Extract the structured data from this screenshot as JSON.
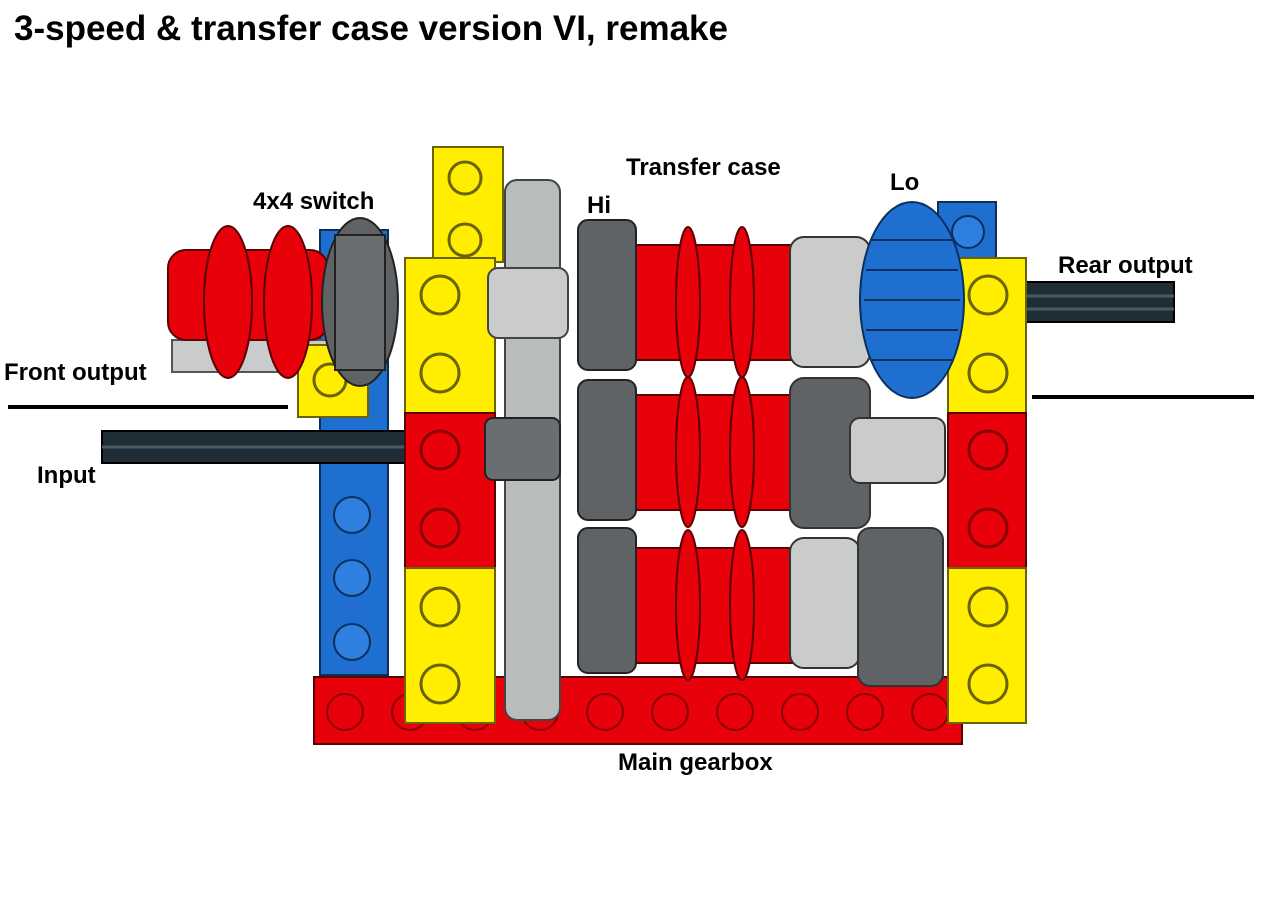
{
  "title": "3-speed & transfer case version VI, remake",
  "labels": {
    "transfer_case": "Transfer case",
    "four_by_four_switch": "4x4 switch",
    "hi": "Hi",
    "lo": "Lo",
    "rear_output": "Rear output",
    "front_output": "Front output",
    "input": "Input",
    "main_gearbox": "Main gearbox"
  },
  "colors": {
    "red": "#e8000b",
    "yellow": "#ffee00",
    "blue": "#1f6fd0",
    "dark_gray": "#5f6365",
    "light_gray": "#b8bcbb",
    "axle": "#1f2d36"
  }
}
